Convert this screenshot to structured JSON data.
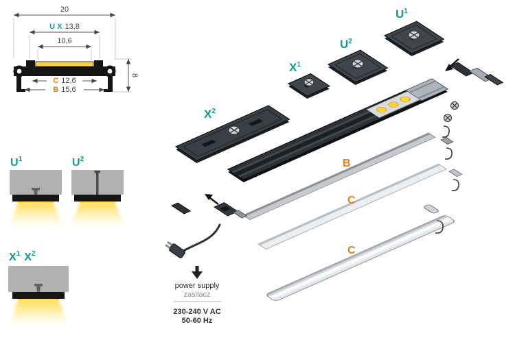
{
  "colors": {
    "teal": "#0f9b8e",
    "orange": "#ee7c1a",
    "ink": "#444444",
    "profile_black": "#151515",
    "glow_yellow": "#ffd845"
  },
  "dims": {
    "overall_width": "20",
    "ux_label": "U X",
    "ux_value": "13,8",
    "inner_width": "10,6",
    "c_label": "C",
    "c_value": "12,6",
    "b_label": "B",
    "b_value": "15,6",
    "height": "8"
  },
  "mounts": {
    "u1": {
      "base": "U",
      "sup": "1"
    },
    "u2": {
      "base": "U",
      "sup": "2"
    },
    "x1": {
      "base": "X",
      "sup": "1"
    },
    "x2": {
      "base": "X",
      "sup": "2"
    }
  },
  "exploded": {
    "u1": {
      "base": "U",
      "sup": "1"
    },
    "u2": {
      "base": "U",
      "sup": "2"
    },
    "x1": {
      "base": "X",
      "sup": "1"
    },
    "x2": {
      "base": "X",
      "sup": "2"
    },
    "cover_b": "B",
    "cover_c1": "C",
    "cover_c2": "C"
  },
  "power": {
    "label_en": "power supply",
    "label_pl": "zasilacz",
    "voltage": "230-240 V AC",
    "frequency": "50-60 Hz"
  }
}
